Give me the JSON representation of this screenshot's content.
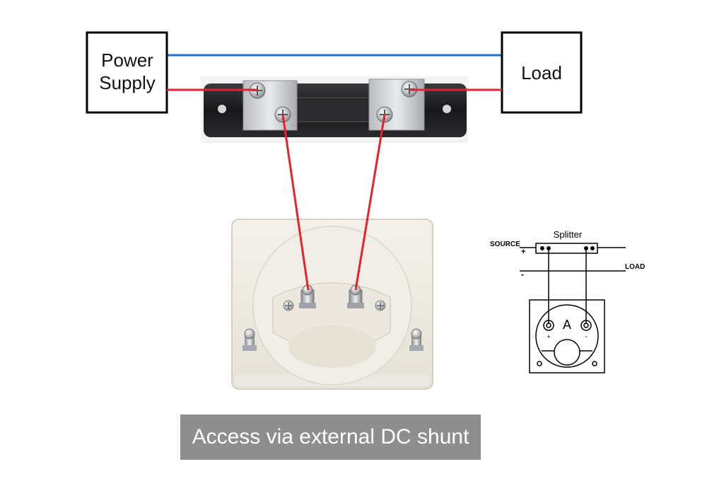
{
  "blocks": {
    "power_supply_line1": "Power",
    "power_supply_line2": "Supply",
    "load": "Load"
  },
  "schematic": {
    "splitter_label": "Splitter",
    "source_label": "SOURCE",
    "load_label": "LOAD",
    "plus_sign": "+",
    "minus_sign": "-",
    "meter_letter": "A"
  },
  "caption": "Access via external DC shunt",
  "colors": {
    "positive_wire": "#e8212a",
    "negative_wire": "#1f6fd1",
    "shunt_base": "#1c1c1e",
    "caption_bg": "#8e8e8e"
  }
}
